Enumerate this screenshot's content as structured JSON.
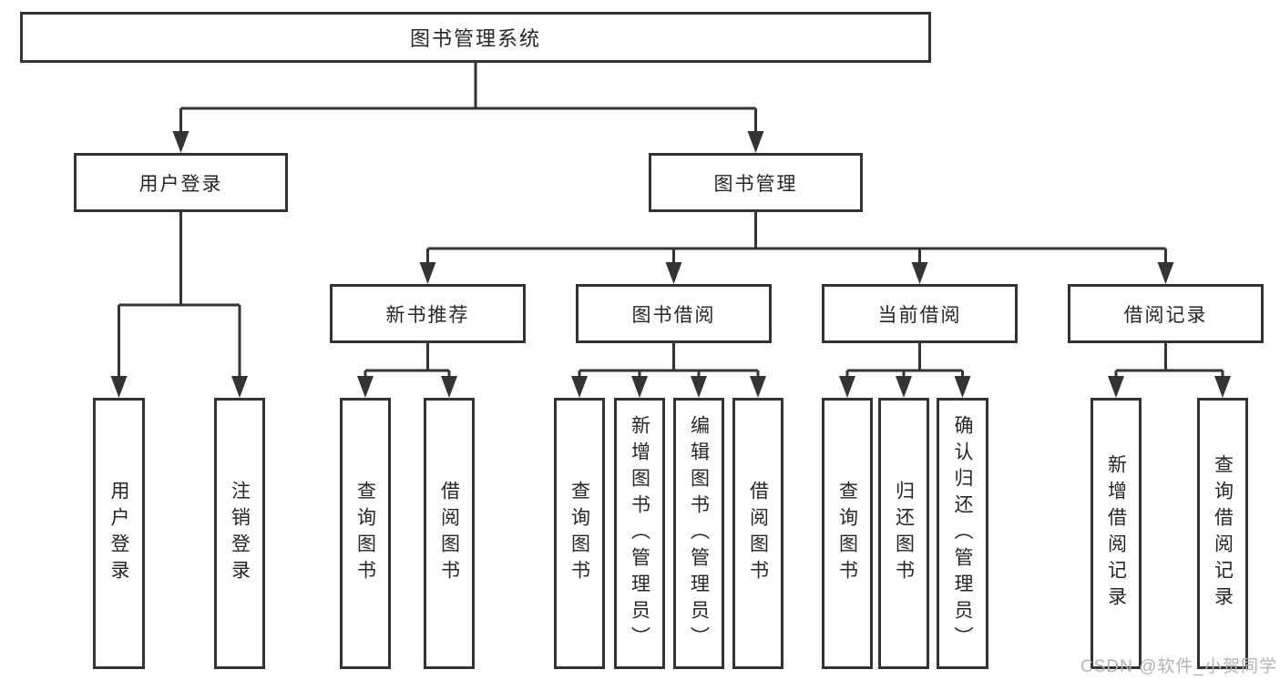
{
  "diagram": {
    "root": {
      "label": "图书管理系统",
      "children": [
        {
          "label": "用户登录",
          "children": [
            {
              "label": "用户登录"
            },
            {
              "label": "注销登录"
            }
          ]
        },
        {
          "label": "图书管理",
          "children": [
            {
              "label": "新书推荐",
              "children": [
                {
                  "label": "查询图书"
                },
                {
                  "label": "借阅图书"
                }
              ]
            },
            {
              "label": "图书借阅",
              "children": [
                {
                  "label": "查询图书"
                },
                {
                  "label": "新增图书（管理员）"
                },
                {
                  "label": "编辑图书（管理员）"
                },
                {
                  "label": "借阅图书"
                }
              ]
            },
            {
              "label": "当前借阅",
              "children": [
                {
                  "label": "查询图书"
                },
                {
                  "label": "归还图书"
                },
                {
                  "label": "确认归还（管理员）"
                }
              ]
            },
            {
              "label": "借阅记录",
              "children": [
                {
                  "label": "新增借阅记录"
                },
                {
                  "label": "查询借阅记录"
                }
              ]
            }
          ]
        }
      ]
    },
    "line_color": "#333333",
    "background_color": "#ffffff"
  },
  "watermark": {
    "text": "CSDN @软件_小贺同学"
  }
}
